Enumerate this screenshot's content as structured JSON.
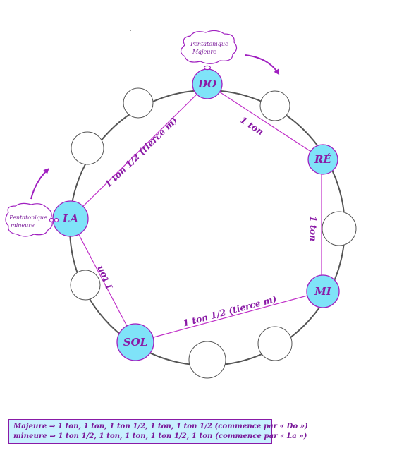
{
  "colors": {
    "accent": "#a020c0",
    "node_fill": "#7fe3f8",
    "circle_stroke": "#555555",
    "legend_bg": "#c9f0ff"
  },
  "notes": {
    "major_line1": "Pentatonique",
    "major_line2": "Majeure",
    "minor_line1": "Pentatonique",
    "minor_line2": "mineure"
  },
  "notes_nodes": {
    "do": "DO",
    "re": "RÉ",
    "mi": "MI",
    "sol": "SOL",
    "la": "LA"
  },
  "edges": {
    "do_re": "1 ton",
    "re_mi": "1 ton",
    "mi_sol": "1 ton 1/2  (tierce m)",
    "sol_la": "1 ton",
    "la_do": "1 ton 1/2  (tierce m)"
  },
  "legend": {
    "major": "Majeure ⇒ 1 ton, 1 ton, 1 ton 1/2, 1 ton, 1 ton 1/2 (commence par « Do »)",
    "minor": "mineure ⇒ 1 ton 1/2, 1 ton, 1 ton, 1 ton 1/2, 1 ton (commence par « La »)"
  }
}
